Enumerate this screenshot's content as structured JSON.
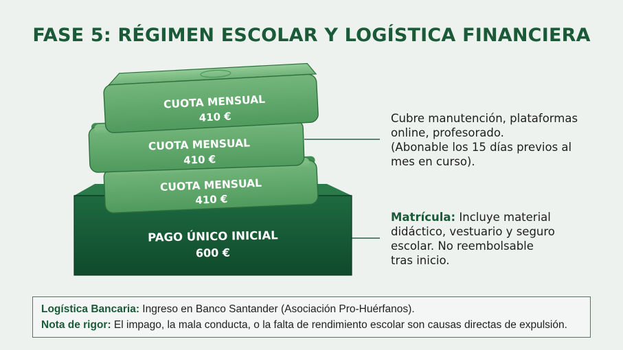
{
  "title": "FASE 5: RÉGIMEN ESCOLAR Y LOGÍSTICA FINANCIERA",
  "colors": {
    "accent": "#1b5a38",
    "bill_light": "#7fbf85",
    "bill_dark": "#4e9a5c",
    "base_dark": "#0f4a2c"
  },
  "blocks": [
    {
      "label": "CUOTA MENSUAL",
      "amount": "410 €"
    },
    {
      "label": "CUOTA MENSUAL",
      "amount": "410 €"
    },
    {
      "label": "CUOTA MENSUAL",
      "amount": "410 €"
    }
  ],
  "base": {
    "label": "PAGO ÚNICO INICIAL",
    "amount": "600 €"
  },
  "monthly_note": {
    "lines": [
      "Cubre manutención, plataformas",
      "online, profesorado.",
      "(Abonable los 15 días previos al",
      "mes en curso)."
    ]
  },
  "enrollment_note": {
    "label": "Matrícula:",
    "first_line": " Incluye material",
    "lines": [
      "didáctico, vestuario y seguro",
      "escolar. No reembolsable",
      "tras inicio."
    ]
  },
  "footer": {
    "banking_label": "Logística Bancaria:",
    "banking_text": " Ingreso en Banco Santander (Asociación Pro-Huérfanos).",
    "rigor_label": "Nota de rigor:",
    "rigor_text": " El impago, la mala conducta, o la falta de rendimiento escolar son causas directas de expulsión."
  }
}
